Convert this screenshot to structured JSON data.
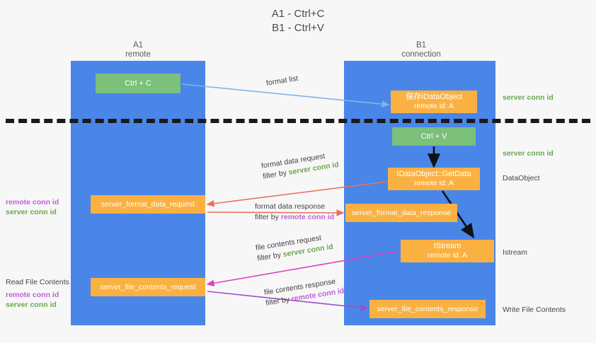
{
  "title": "A1 - Ctrl+C\nB1 - Ctrl+V",
  "columns": {
    "left": {
      "name": "A1",
      "role": "remote",
      "header": "A1\nremote"
    },
    "right": {
      "name": "B1",
      "role": "connection",
      "header": "B1\nconnection"
    }
  },
  "colors": {
    "lane": "#4a86e8",
    "green_node": "#7bc07b",
    "orange_node": "#fbb141",
    "server_conn": "#6aa84f",
    "remote_conn": "#c25fd6",
    "divider": "#1a1a1a",
    "arrow_blue": "#7fb4e8",
    "arrow_red": "#e8715f",
    "arrow_magenta": "#e040c0",
    "arrow_purple": "#9b4fc8",
    "arrow_black": "#111111",
    "background": "#f7f7f7"
  },
  "nodes": {
    "ctrl_c": {
      "label": "Ctrl + C",
      "sub": ""
    },
    "save_idataobject": {
      "label": "保存IDataObject",
      "sub": "remote id: A"
    },
    "ctrl_v": {
      "label": "Ctrl + V",
      "sub": ""
    },
    "getdata": {
      "label": "IDataObject::GetData",
      "sub": "remote id: A"
    },
    "istream": {
      "label": "IStream",
      "sub": "remote id: A"
    },
    "server_format_data_request": {
      "label": "server_format_data_request",
      "sub": ""
    },
    "server_format_data_response": {
      "label": "server_format_data_response",
      "sub": ""
    },
    "server_file_contents_request": {
      "label": "server_file_contents_request",
      "sub": ""
    },
    "server_file_contents_response": {
      "label": "server_file_contents_response",
      "sub": ""
    }
  },
  "edge_labels": {
    "format_list": {
      "line1": "format list",
      "line2": "",
      "filter_prefix": "",
      "filter_target": ""
    },
    "format_data_request": {
      "line1": "format data request",
      "filter_prefix": "filter by ",
      "filter_target": "server conn id",
      "filter_class": "grn"
    },
    "format_data_response": {
      "line1": "format data response",
      "filter_prefix": "filter by ",
      "filter_target": "remote conn id",
      "filter_class": "mag"
    },
    "file_contents_request": {
      "line1": "file contents request",
      "filter_prefix": "filter by ",
      "filter_target": "server conn id",
      "filter_class": "grn"
    },
    "file_contents_response": {
      "line1": "file contents response",
      "filter_prefix": "filter by ",
      "filter_target": "remote conn id",
      "filter_class": "mag"
    }
  },
  "annotations": {
    "server_conn_id_top": "server conn id",
    "server_conn_id_second": "server conn id",
    "dataobject": "DataObject",
    "istream": "Istream",
    "write_file_contents": "Write File Contents",
    "read_file_contents": "Read File Contents",
    "remote_conn_id": "remote conn id",
    "server_conn_id": "server conn id"
  }
}
